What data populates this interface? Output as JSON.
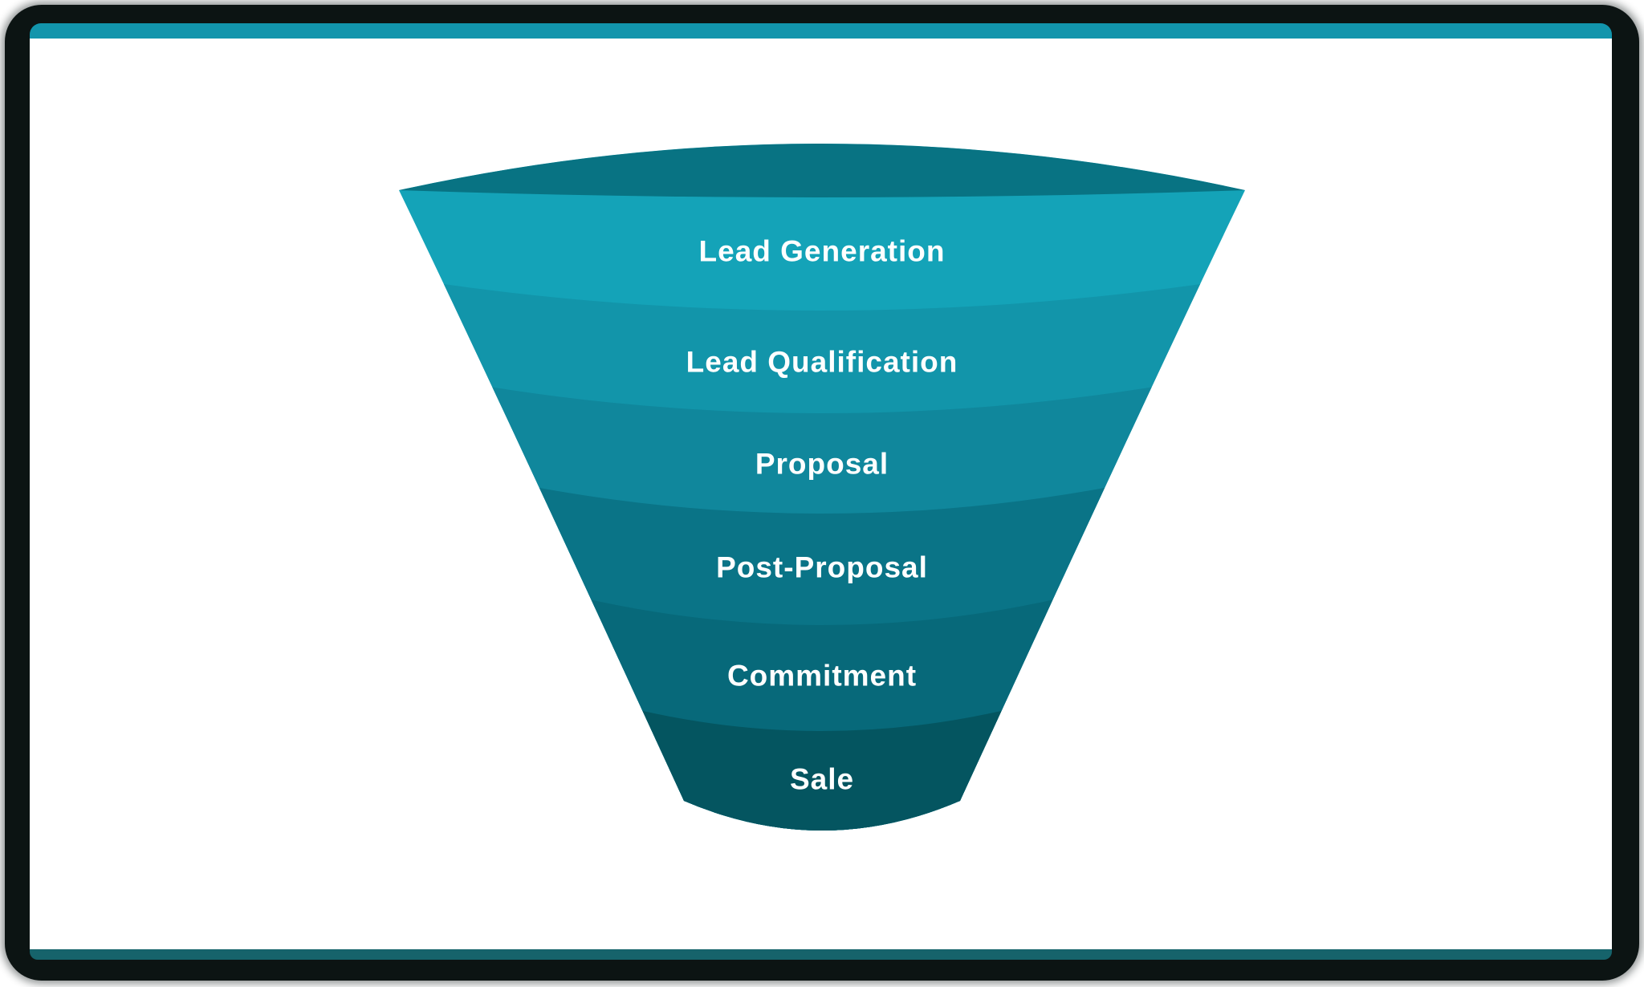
{
  "frame": {
    "border_color": "#0c1413",
    "top_bar_color": "#1295ac",
    "bottom_bar_color": "#16636b",
    "canvas_color": "#ffffff"
  },
  "funnel": {
    "opening_color": "#087383",
    "label_color": "#ffffff",
    "stages": [
      {
        "label": "Lead Generation",
        "color": "#14a3b8"
      },
      {
        "label": "Lead Qualification",
        "color": "#1295aa"
      },
      {
        "label": "Proposal",
        "color": "#10879c"
      },
      {
        "label": "Post-Proposal",
        "color": "#0a7487"
      },
      {
        "label": "Commitment",
        "color": "#07697a"
      },
      {
        "label": "Sale",
        "color": "#045560"
      }
    ]
  }
}
